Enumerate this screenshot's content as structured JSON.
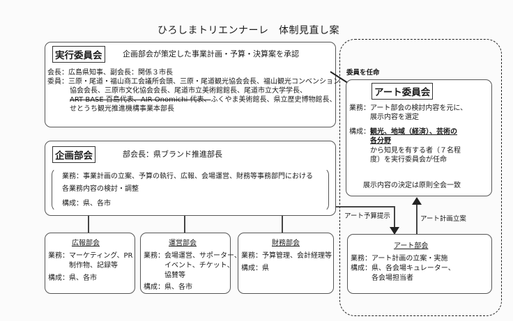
{
  "title": "ひろしまトリエンナーレ　体制見直し案",
  "executive": {
    "heading": "実行委員会",
    "approval": "企画部会が策定した事業計画・予算・決算案を承認",
    "line1": "会長：広島県知事、副会長：関係３市長",
    "line2": "委員：三原・尾道・福山商工会議所会頭、三原・尾道観光協会会長、福山観光コンベンション",
    "line3": "協会会長、三原市文化協会会長、尾道市立美術館館長、尾道市立大学学長、",
    "line4_strike": "ART BASE 百島代表、AIR Onomichi 代表、",
    "line4_rest": "ふくやま美術館長、県立歴史博物館長、",
    "line5": "せとうち観光推進機構事業本部長"
  },
  "planning": {
    "heading": "企画部会",
    "chair": "部会長：県ブランド推進部長",
    "duties1": "業務：事業計画の立案、予算の執行、広報、会場運営、財務等事務部門における",
    "duties2": "各業務内容の検討・調整",
    "members": "構成：県、各市"
  },
  "art_committee": {
    "appoint_label": "委員を任命",
    "heading": "アート委員会",
    "duties1": "業務：アート部会の検討内容を元に、",
    "duties2": "展示内容を選定",
    "comp_prefix": "構成：",
    "comp_under1": "観光、地域（経済）、芸術の",
    "comp_under2": "各分野",
    "comp3": "から知見を有する者（７名程",
    "comp4": "度）を実行委員会が任命",
    "decision": "展示内容の決定は原則全会一致"
  },
  "flows": {
    "budget": "アート予算提示",
    "plan": "アート計画立案"
  },
  "pr": {
    "heading": "広報部会",
    "d1": "業務：マーケティング、PR",
    "d2": "制作物、記録等",
    "members": "構成：県、各市"
  },
  "ops": {
    "heading": "運営部会",
    "d1": "業務：会場運営、サポーター、",
    "d2": "イベント、チケット、",
    "d3": "協賛等",
    "members": "構成：県、各市"
  },
  "finance": {
    "heading": "財務部会",
    "d1": "業務：予算管理、会計経理等",
    "members": "構成：県"
  },
  "art_sub": {
    "heading": "アート部会",
    "d1": "業務：アート計画の立案・実施",
    "d2": "構成：県、各会場キュレーター、",
    "d3": "各会場担当者"
  }
}
